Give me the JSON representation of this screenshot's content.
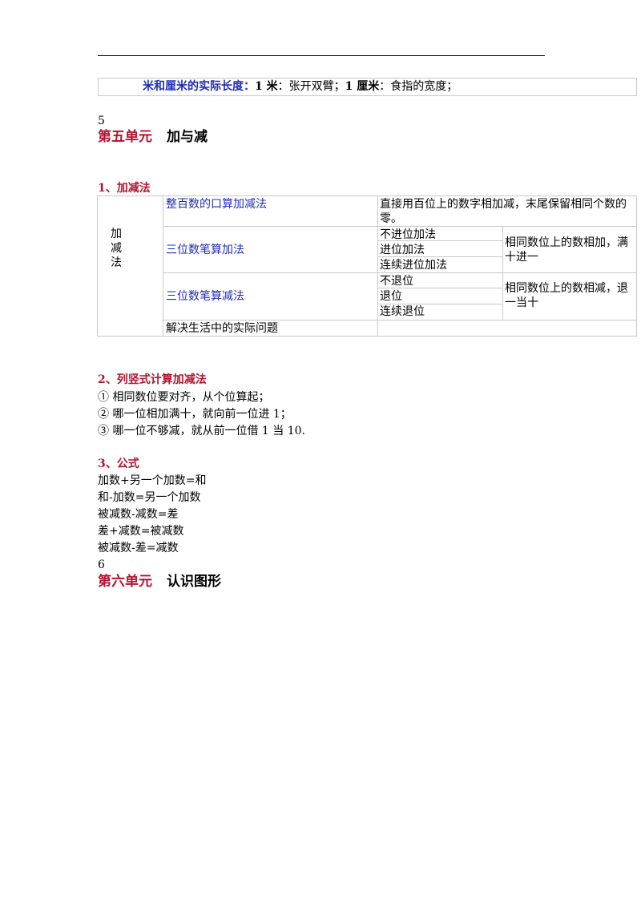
{
  "top": {
    "label": "米和厘米的实际长度：",
    "m_label": "1 米",
    "m_sep": "：",
    "m_desc": "张开双臂；",
    "cm_label": "1 厘米",
    "cm_sep": "：",
    "cm_desc": "食指的宽度；"
  },
  "unit5": {
    "number": "5",
    "title_prefix": "第五单元",
    "title": "加与减"
  },
  "section1": {
    "heading": "1、加减法",
    "row_header": "加减法",
    "rows": [
      {
        "name": "整百数的口算加减法",
        "desc": "直接用百位上的数字相加减，末尾保留相同个数的零。"
      },
      {
        "name": "三位数笔算加法",
        "subs": [
          "不进位加法",
          "进位加法",
          "连续进位加法"
        ],
        "desc": "相同数位上的数相加，满十进一"
      },
      {
        "name": "三位数笔算减法",
        "subs": [
          "不退位",
          "退位",
          "连续退位"
        ],
        "desc": "相同数位上的数相减，退一当十"
      },
      {
        "name": "解决生活中的实际问题",
        "desc": ""
      }
    ]
  },
  "section2": {
    "heading": "2、列竖式计算加减法",
    "items": [
      "① 相同数位要对齐，从个位算起；",
      "② 哪一位相加满十，就向前一位进 1；",
      "③ 哪一位不够减，就从前一位借 1 当 10."
    ]
  },
  "section3": {
    "heading": "3、公式",
    "formulas": [
      "加数+另一个加数=和",
      "和-加数=另一个加数",
      "被减数-减数=差",
      "差+减数=被减数",
      "被减数-差=减数"
    ]
  },
  "unit6": {
    "number": "6",
    "title_prefix": "第六单元",
    "title": "认识图形"
  }
}
